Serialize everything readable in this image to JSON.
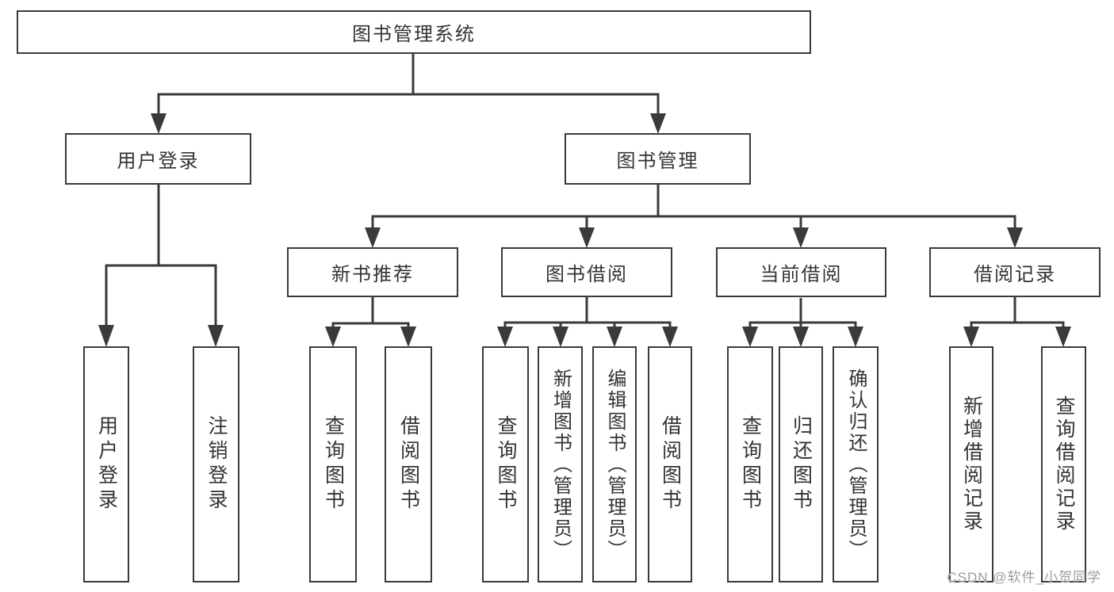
{
  "diagram": {
    "root": {
      "label": "图书管理系统"
    },
    "branches": [
      {
        "label": "用户登录",
        "children": [
          {
            "label": "用户登录"
          },
          {
            "label": "注销登录"
          }
        ]
      },
      {
        "label": "图书管理",
        "sections": [
          {
            "label": "新书推荐",
            "children": [
              {
                "label": "查询图书"
              },
              {
                "label": "借阅图书"
              }
            ]
          },
          {
            "label": "图书借阅",
            "children": [
              {
                "label": "查询图书"
              },
              {
                "label": "新增图书（管理员）"
              },
              {
                "label": "编辑图书（管理员）"
              },
              {
                "label": "借阅图书"
              }
            ]
          },
          {
            "label": "当前借阅",
            "children": [
              {
                "label": "查询图书"
              },
              {
                "label": "归还图书"
              },
              {
                "label": "确认归还（管理员）"
              }
            ]
          },
          {
            "label": "借阅记录",
            "children": [
              {
                "label": "新增借阅记录"
              },
              {
                "label": "查询借阅记录"
              }
            ]
          }
        ]
      }
    ]
  },
  "watermark": {
    "text": "CSDN @软件_小贺同学"
  },
  "colors": {
    "line": "#3a3a3a",
    "box_border": "#3a3a3a",
    "text": "#333333",
    "watermark": "#9c9c9c",
    "background": "#ffffff"
  }
}
